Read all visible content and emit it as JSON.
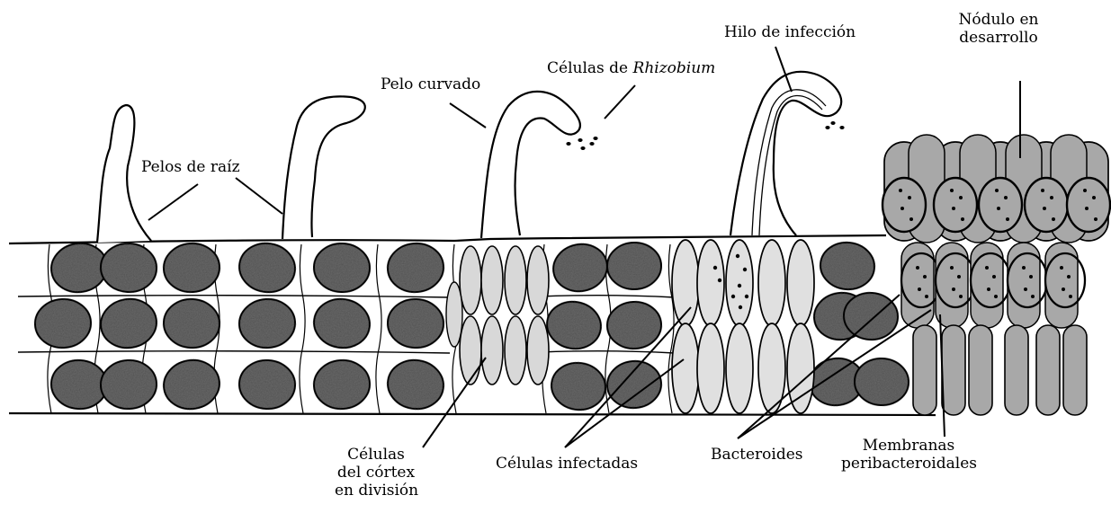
{
  "labels": {
    "root_hairs": "Pelos de raíz",
    "curved_hair": "Pelo curvado",
    "rhizobium_prefix": "Células de ",
    "rhizobium_italic": "Rhizobium",
    "infection_thread": "Hilo de infección",
    "nodule_line1": "Nódulo en",
    "nodule_line2": "desarrollo",
    "cortex_line1": "Células",
    "cortex_line2": "del córtex",
    "cortex_line3": "en división",
    "infected_cells": "Células infectadas",
    "bacteroids": "Bacteroides",
    "membranes_line1": "Membranas",
    "membranes_line2": "peribacteroidales"
  },
  "colors": {
    "ink": "#000000",
    "nucleus_fill": "#6e6e6e",
    "dividing_cell_fill": "#d8d8d8",
    "infected_cell_fill": "#e0e0e0",
    "nodule_cell_fill": "#a8a8a8",
    "background": "#ffffff"
  }
}
